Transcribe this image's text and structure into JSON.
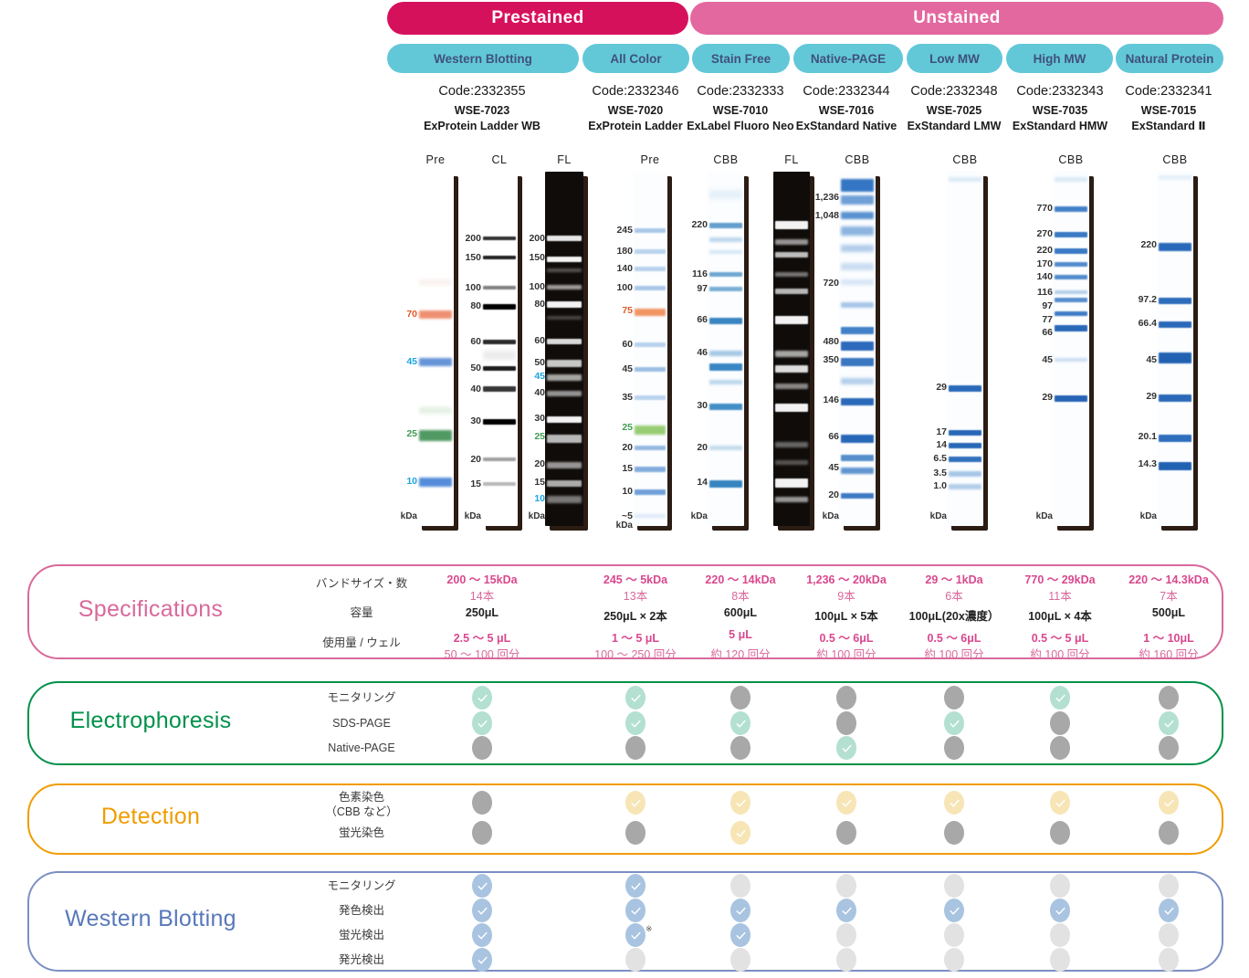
{
  "banners": [
    {
      "label": "Prestained",
      "color": "#d6115c"
    },
    {
      "label": "Unstained",
      "color": "#e3689f"
    }
  ],
  "chips": [
    {
      "label": "Western Blotting"
    },
    {
      "label": "All Color"
    },
    {
      "label": "Stain Free"
    },
    {
      "label": "Native-PAGE"
    },
    {
      "label": "Low MW"
    },
    {
      "label": "High MW"
    },
    {
      "label": "Natural Protein"
    }
  ],
  "products": [
    {
      "code": "Code:2332355",
      "model": "WSE-7023",
      "name": "ExProtein Ladder WB"
    },
    {
      "code": "Code:2332346",
      "model": "WSE-7020",
      "name": "ExProtein Ladder"
    },
    {
      "code": "Code:2332333",
      "model": "WSE-7010",
      "name": "ExLabel Fluoro Neo"
    },
    {
      "code": "Code:2332344",
      "model": "WSE-7016",
      "name": "ExStandard Native"
    },
    {
      "code": "Code:2332348",
      "model": "WSE-7025",
      "name": "ExStandard LMW"
    },
    {
      "code": "Code:2332343",
      "model": "WSE-7035",
      "name": "ExStandard HMW"
    },
    {
      "code": "Code:2332341",
      "model": "WSE-7015",
      "name": "ExStandard Ⅱ"
    }
  ],
  "lanes": [
    {
      "title": "Pre",
      "unit": "kDa"
    },
    {
      "title": "CL",
      "unit": "kDa"
    },
    {
      "title": "FL",
      "unit": "kDa"
    },
    {
      "title": "Pre",
      "unit": "kDa"
    },
    {
      "title": "CBB",
      "unit": "kDa"
    },
    {
      "title": "FL",
      "unit": ""
    },
    {
      "title": "CBB",
      "unit": "kDa"
    },
    {
      "title": "CBB",
      "unit": "kDa"
    },
    {
      "title": "CBB",
      "unit": "kDa"
    },
    {
      "title": "CBB",
      "unit": "kDa"
    }
  ],
  "marker_labels": {
    "lane1_pre": [
      "70",
      "45",
      "25",
      "10"
    ],
    "lane2_cl": [
      "200",
      "150",
      "100",
      "80",
      "60",
      "50",
      "40",
      "30",
      "20",
      "15"
    ],
    "lane3_fl": [
      "200",
      "150",
      "100",
      "80",
      "60",
      "50",
      "45",
      "40",
      "30",
      "25",
      "20",
      "15",
      "10"
    ],
    "lane4_pre": [
      "245",
      "180",
      "140",
      "100",
      "75",
      "60",
      "45",
      "35",
      "25",
      "20",
      "15",
      "10",
      "~5"
    ],
    "lane5_cbb": [
      "220",
      "116",
      "97",
      "66",
      "46",
      "30",
      "20",
      "14"
    ],
    "lane7_cbb": [
      "1,236",
      "1,048",
      "720",
      "480",
      "350",
      "146",
      "66",
      "45",
      "20"
    ],
    "lane8_cbb": [
      "29",
      "17",
      "14",
      "6.5",
      "3.5",
      "1.0"
    ],
    "lane9_cbb": [
      "770",
      "270",
      "220",
      "170",
      "140",
      "116",
      "97",
      "77",
      "66",
      "45",
      "29"
    ],
    "lane10_cbb": [
      "220",
      "97.2",
      "66.4",
      "45",
      "29",
      "20.1",
      "14.3"
    ]
  },
  "sections": {
    "specifications": {
      "title": "Specifications",
      "color": "#d9699b",
      "border": "#d9699b",
      "rows": [
        {
          "label": "バンドサイズ・数"
        },
        {
          "label": "容量"
        },
        {
          "label": "使用量 / ウェル"
        }
      ],
      "values": {
        "band_range": [
          "200 〜 15kDa",
          "245 〜 5kDa",
          "220 〜 14kDa",
          "1,236 〜 20kDa",
          "29 〜 1kDa",
          "770 〜 29kDa",
          "220 〜 14.3kDa"
        ],
        "band_count": [
          "14本",
          "13本",
          "8本",
          "9本",
          "6本",
          "11本",
          "7本"
        ],
        "volume": [
          "250μL",
          "250μL × 2本",
          "600μL",
          "100μL × 5本",
          "100μL(20x濃度）",
          "100μL × 4本",
          "500μL"
        ],
        "per_well": [
          "2.5 〜 5 μL",
          "1 〜 5 μL",
          "5 μL",
          "0.5 〜 6μL",
          "0.5 〜 6μL",
          "0.5 〜 5 μL",
          "1 〜 10μL"
        ],
        "uses": [
          "50 〜 100 回分",
          "100 〜 250 回分",
          "約 120 回分",
          "約 100 回分",
          "約 100 回分",
          "約 100 回分",
          "約 160 回分"
        ]
      }
    },
    "electrophoresis": {
      "title": "Electrophoresis",
      "color": "#00914a",
      "border": "#00914a",
      "rows": [
        {
          "label": "モニタリング",
          "marks": [
            1,
            1,
            0,
            0,
            0,
            1,
            0
          ]
        },
        {
          "label": "SDS-PAGE",
          "marks": [
            1,
            1,
            1,
            0,
            1,
            0,
            1
          ]
        },
        {
          "label": "Native-PAGE",
          "marks": [
            0,
            0,
            0,
            1,
            0,
            0,
            0
          ]
        }
      ]
    },
    "detection": {
      "title": "Detection",
      "color": "#f09c00",
      "border": "#f09c00",
      "rows": [
        {
          "label": "色素染色",
          "label2": "（CBB など）",
          "marks": [
            0,
            1,
            1,
            1,
            1,
            1,
            1
          ]
        },
        {
          "label": "蛍光染色",
          "marks": [
            0,
            0,
            1,
            0,
            0,
            0,
            0
          ]
        }
      ]
    },
    "western_blotting": {
      "title": "Western Blotting",
      "color": "#5878bb",
      "border": "#7b8fc4",
      "rows": [
        {
          "label": "モニタリング",
          "marks": [
            1,
            1,
            0,
            0,
            0,
            0,
            0
          ]
        },
        {
          "label": "発色検出",
          "marks": [
            1,
            1,
            1,
            1,
            1,
            1,
            1
          ]
        },
        {
          "label": "蛍光検出",
          "marks": [
            1,
            1,
            1,
            0,
            0,
            0,
            0
          ],
          "note_col": 1,
          "note": "※"
        },
        {
          "label": "発光検出",
          "marks": [
            1,
            0,
            0,
            0,
            0,
            0,
            0
          ]
        }
      ]
    }
  }
}
